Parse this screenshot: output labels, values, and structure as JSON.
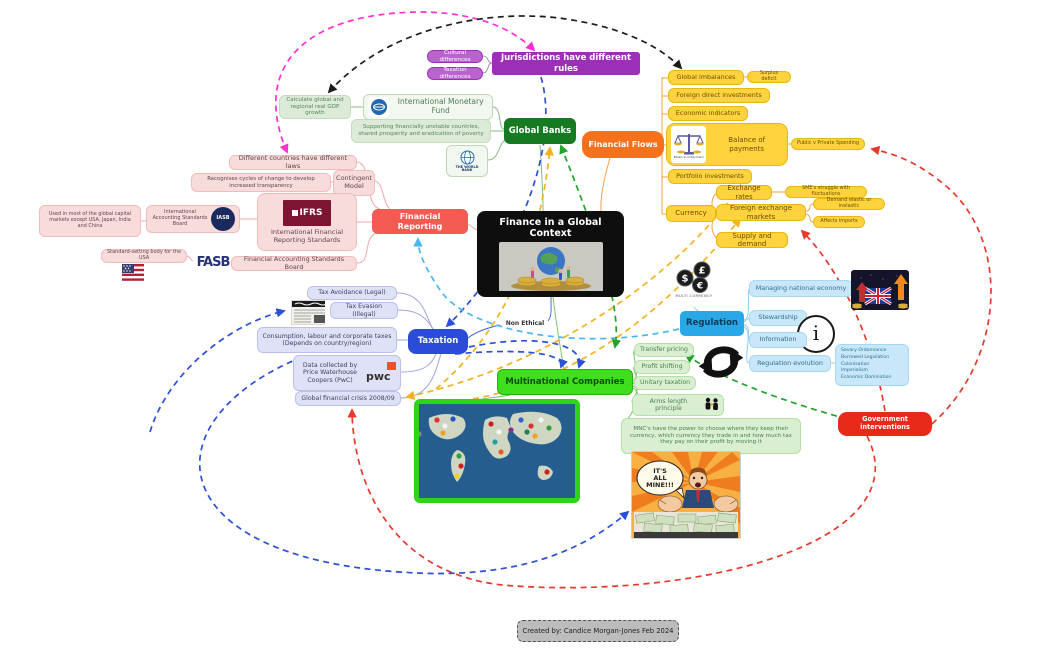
{
  "center": {
    "title": "Finance in a Global Context"
  },
  "footer": {
    "text": "Created by: Candice Morgan-Jones Feb 2024"
  },
  "jurisdictions": {
    "main": "Jurisdictions have different rules",
    "cultural": "Cultural differences",
    "taxation": "Taxation differences"
  },
  "global_banks": {
    "label": "Global Banks",
    "imf_label": "International Monetary Fund",
    "imf_note": "Calculate global and regional real GDP growth",
    "imf_support": "Supporting financially unstable countries, shared prosperity and eradication of poverty",
    "world_bank": "THE WORLD BANK"
  },
  "financial_flows": {
    "label": "Financial Flows",
    "global_imbalances": "Global imbalances",
    "surplus_deficit": "Surplus deficit",
    "foreign_direct": "Foreign direct investments",
    "economic_indicators": "Economic indicators",
    "balance_of_payments": "Balance of payments",
    "bop_caption": "Balance of Payment",
    "public_private": "Public v Private Spending",
    "portfolio": "Portfolio investments",
    "exchange_rates": "Exchange rates",
    "sme_note": "SME's struggle with fluctuations",
    "currency": "Currency",
    "forex": "Foreign exchange markets",
    "demand_note": "Demand elastic or inelastic",
    "imports_note": "Affects imports",
    "supply_demand": "Supply and demand"
  },
  "financial_reporting": {
    "label": "Financial Reporting",
    "diff_laws": "Different countries have different laws",
    "recognises": "Recognises cycles of change to develop increased transparency",
    "contingent": "Contingent Model",
    "ifrs_logo": "IFRS",
    "ifrs_name": "International Financial Reporting Standards",
    "iasb_name": "International Accounting Standards Board",
    "iasb_abbr": "IASB",
    "used_in": "Used in most of the global capital markets except USA, Japan, India and China",
    "fasb_note": "Standard-setting body for the USA",
    "fasb_logo": "FASB",
    "fasb_name": "Financial Accounting Standards Board"
  },
  "taxation": {
    "label": "Taxation",
    "avoidance": "Tax Avoidance (Legal)",
    "evasion": "Tax Evasion (Illegal)",
    "consumption": "Consumption, labour and corporate taxes (Depends on country/region)",
    "pwc_note": "Data collected by Price Waterhouse Coopers (PwC)",
    "pwc_logo": "pwc",
    "crisis": "Global financial crisis 2008/09",
    "non_ethical": "Non Ethical"
  },
  "multinational": {
    "label": "Multinational Companies",
    "transfer": "Transfer pricing",
    "profit": "Profit shifting",
    "unitary": "Unitary taxation",
    "arms": "Arms length principle",
    "note": "MNC's have the power to choose where they keep their currency, which currency they trade in and how much tax they pay on their profit by moving it"
  },
  "regulation": {
    "label": "Regulation",
    "managing": "Managing national economy",
    "stewardship": "Stewardship",
    "information": "Information",
    "evolution": "Regulation evolution",
    "evolution_items": [
      "Savary Ordonnance",
      "Borrowed Legislation",
      "Colonisation",
      "Imperialism",
      "Economic Domination"
    ],
    "multi_currency": "MULTI CURRENCY"
  },
  "government": {
    "label": "Government interventions"
  },
  "cartoon": {
    "bubble": "IT'S ALL MINE!!!"
  },
  "colors": {
    "purple": "#9b2fb5",
    "dark_green": "#157a22",
    "orange": "#f7711b",
    "yellow": "#ffd33e",
    "red_node": "#f25a52",
    "blue_node": "#2b4cd8",
    "bright_green": "#3fdf1e",
    "light_blue": "#29a8e8",
    "gov_red": "#e9291a"
  }
}
